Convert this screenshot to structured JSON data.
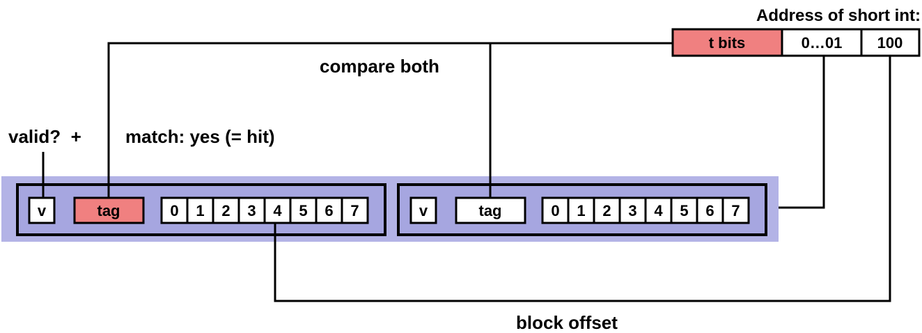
{
  "address": {
    "title": "Address of short int:",
    "fields": [
      "t bits",
      "0…01",
      "100"
    ]
  },
  "labels": {
    "compare": "compare both",
    "valid": "valid?  +",
    "match": "match: yes (= hit)",
    "block_offset": "block offset"
  },
  "set": {
    "lines": [
      {
        "valid": "v",
        "tag": "tag",
        "tag_highlighted": true,
        "bytes": [
          "0",
          "1",
          "2",
          "3",
          "4",
          "5",
          "6",
          "7"
        ]
      },
      {
        "valid": "v",
        "tag": "tag",
        "tag_highlighted": false,
        "bytes": [
          "0",
          "1",
          "2",
          "3",
          "4",
          "5",
          "6",
          "7"
        ]
      }
    ]
  },
  "colors": {
    "set_background": "#b3b3e6",
    "line_fill": "#a6a6e0",
    "highlight": "#f08080",
    "box": "#ffffff",
    "stroke": "#000000"
  }
}
